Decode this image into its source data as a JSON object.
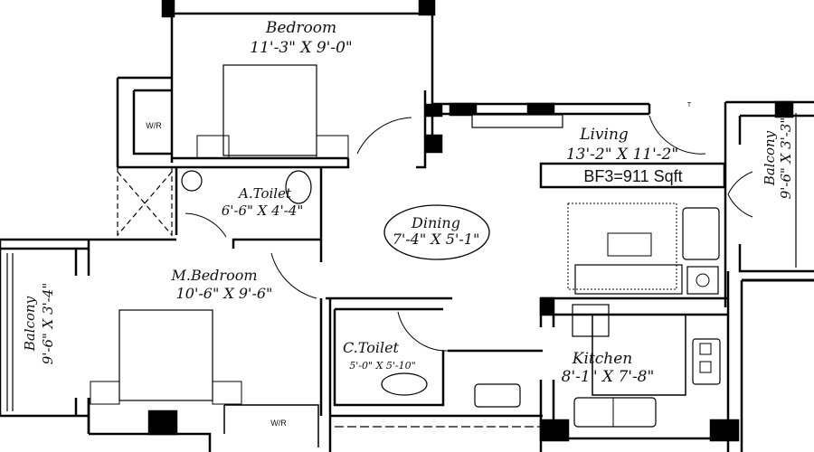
{
  "plan": {
    "area_badge": "BF3=911 Sqft",
    "rooms": {
      "bedroom": {
        "name": "Bedroom",
        "size": "11'-3\" X 9'-0\""
      },
      "living": {
        "name": "Living",
        "size": "13'-2\" X 11'-2\""
      },
      "balcony_right": {
        "name": "Balcony",
        "size": "9'-6\" X 3'-3\""
      },
      "a_toilet": {
        "name": "A.Toilet",
        "size": "6'-6\" X 4'-4\""
      },
      "dining": {
        "name": "Dining",
        "size": "7'-4\" X 5'-1\""
      },
      "m_bedroom": {
        "name": "M.Bedroom",
        "size": "10'-6\" X 9'-6\""
      },
      "balcony_left": {
        "name": "Balcony",
        "size": "9'-6\" X 3'-4\""
      },
      "c_toilet": {
        "name": "C.Toilet",
        "size": "5'-0\" X 5'-10\""
      },
      "kitchen": {
        "name": "Kitchen",
        "size": "8'-1\" X 7'-8\""
      }
    },
    "wardrobe_labels": [
      "W/R",
      "W/R"
    ],
    "marker": "T"
  }
}
